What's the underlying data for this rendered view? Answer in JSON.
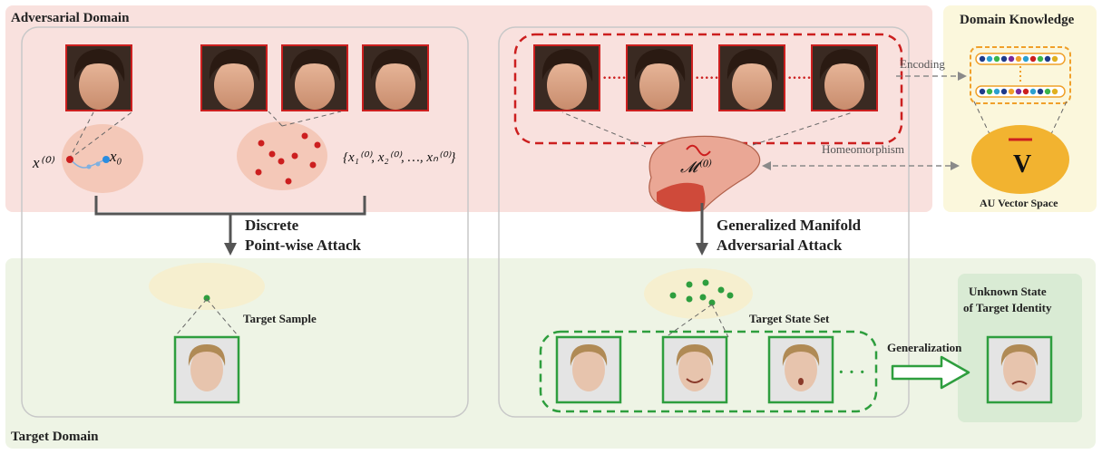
{
  "regions": {
    "adversarial": "Adversarial Domain",
    "target": "Target Domain",
    "knowledge": "Domain Knowledge"
  },
  "labels": {
    "x0_sup": "x⁽⁰⁾",
    "x0": "x₀",
    "point_set": "{x₁⁽⁰⁾, x₂⁽⁰⁾, …, xₙ⁽⁰⁾}",
    "manifold": "𝓜⁽⁰⁾",
    "encoding": "Encoding",
    "homeomorphism": "Homeomorphism",
    "vector_symbol": "V",
    "au_space": "AU Vector Space",
    "discrete_1": "Discrete",
    "discrete_2": "Point-wise Attack",
    "gma_1": "Generalized Manifold",
    "gma_2": "Adversarial Attack",
    "target_sample": "Target Sample",
    "target_state_set": "Target State Set",
    "generalization": "Generalization",
    "unknown_1": "Unknown State",
    "unknown_2": "of Target Identity",
    "ellipsis": "· · ·",
    "dots": "·····"
  },
  "colors": {
    "adversarial_bg": "#f9e1de",
    "target_bg": "#eef4e5",
    "knowledge_bg": "#fbf7dc",
    "red": "#cc1f1f",
    "green": "#2e9e3e",
    "gold": "#f2b330",
    "orange_dash": "#f0a02a"
  }
}
